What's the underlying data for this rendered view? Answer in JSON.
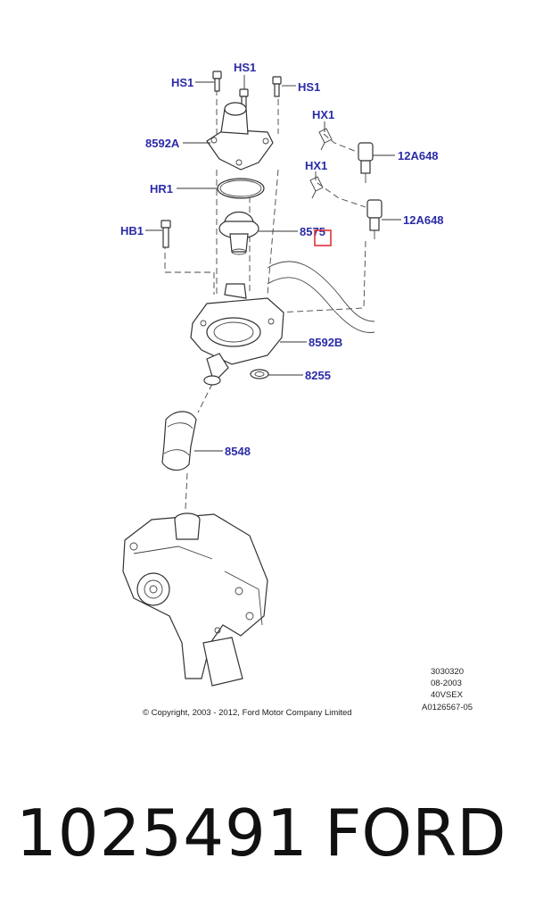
{
  "callouts": {
    "hs1_left": "HS1",
    "hs1_top": "HS1",
    "hs1_right": "HS1",
    "housing_upper": "8592A",
    "o_ring": "HR1",
    "bolt_long": "HB1",
    "thermostat": "8575",
    "clip_upper": "HX1",
    "clip_lower": "HX1",
    "sensor_upper": "12A648",
    "sensor_lower": "12A648",
    "housing_lower": "8592B",
    "seal": "8255",
    "hose": "8548"
  },
  "drawing_codes": [
    "3030320",
    "08-2003",
    "40VSEX",
    "A0126567-05"
  ],
  "copyright": "© Copyright, 2003 - 2012, Ford Motor Company Limited",
  "footer": {
    "part_number": "1025491",
    "brand": "FORD"
  },
  "colors": {
    "callout_text": "#2b2ba8",
    "highlight_box": "#e0303a"
  }
}
